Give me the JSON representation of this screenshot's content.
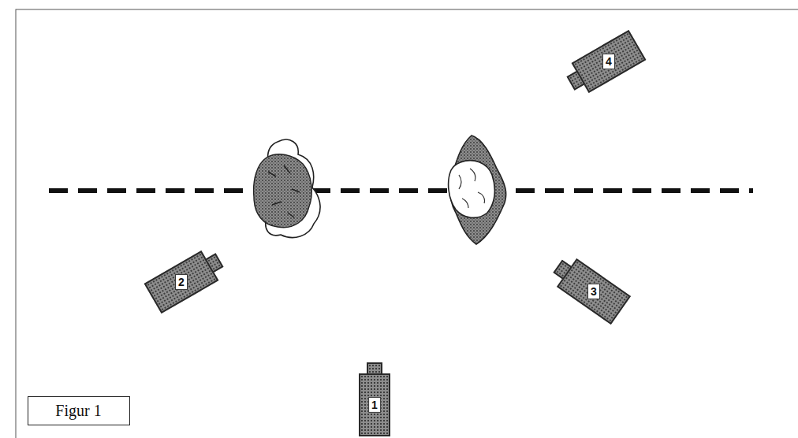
{
  "diagram": {
    "nodes": [
      {
        "text": [
          "4"
        ]
      },
      {
        "text": [
          "2"
        ]
      },
      {
        "text": [
          "3"
        ]
      },
      {
        "text": [
          "Figur 1"
        ]
      },
      {
        "text": [
          "1"
        ]
      }
    ]
  }
}
